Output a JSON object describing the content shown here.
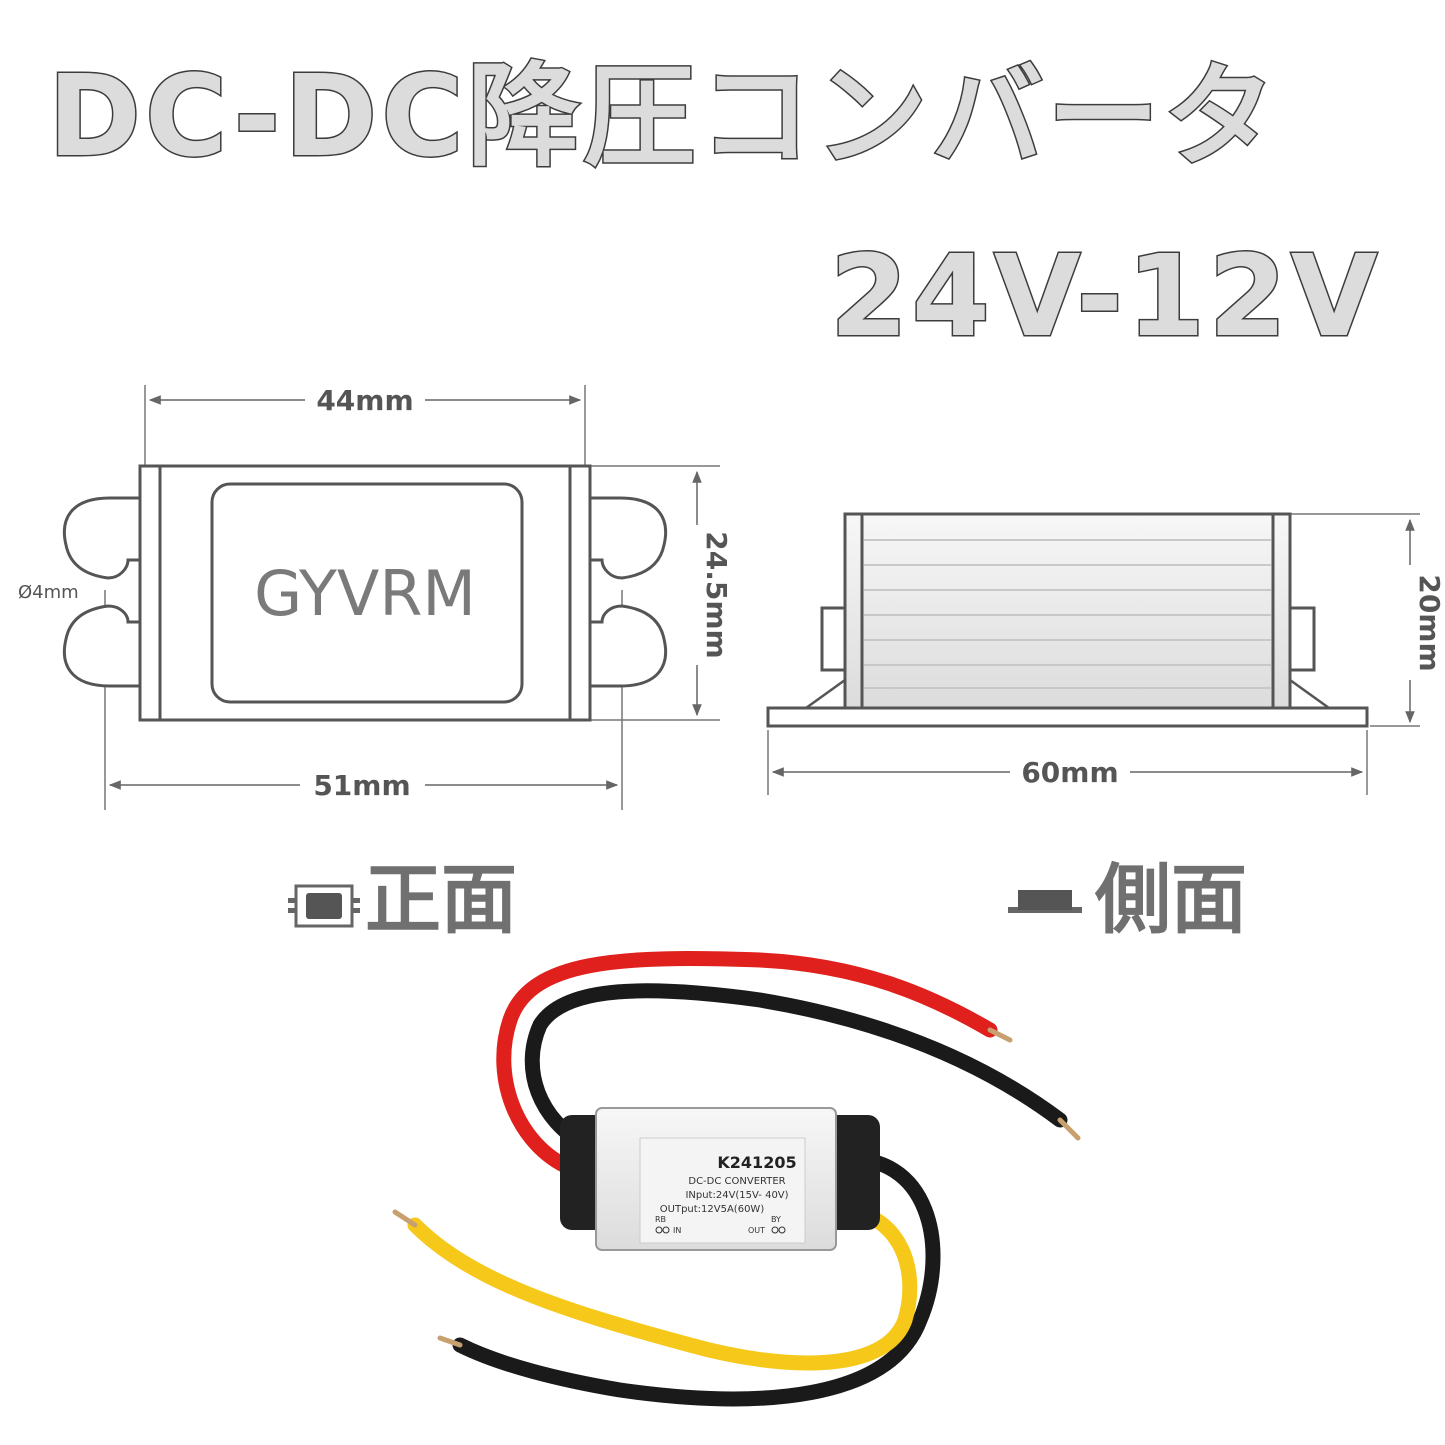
{
  "title": {
    "main": "DC-DC降圧コンバータ",
    "sub": "24V-12V"
  },
  "front_view": {
    "brand": "GYVRM",
    "dim_top": "44mm",
    "dim_bottom": "51mm",
    "dim_height": "24.5mm",
    "dim_hole": "Ø4mm",
    "label": "正面"
  },
  "side_view": {
    "dim_height": "20mm",
    "dim_bottom": "60mm",
    "label": "側面"
  },
  "product": {
    "model": "K241205",
    "name": "DC-DC CONVERTER",
    "input": "INput:24V(15V- 40V)",
    "output": "OUTput:12V5A(60W)",
    "in_wires": "RB",
    "in_label": "IN",
    "out_wires": "BY",
    "out_label": "OUT"
  },
  "colors": {
    "title_fill": "#dcdcdc",
    "line": "#555555",
    "wire_red": "#e0201c",
    "wire_black": "#1a1a1a",
    "wire_yellow": "#f5c81a"
  }
}
